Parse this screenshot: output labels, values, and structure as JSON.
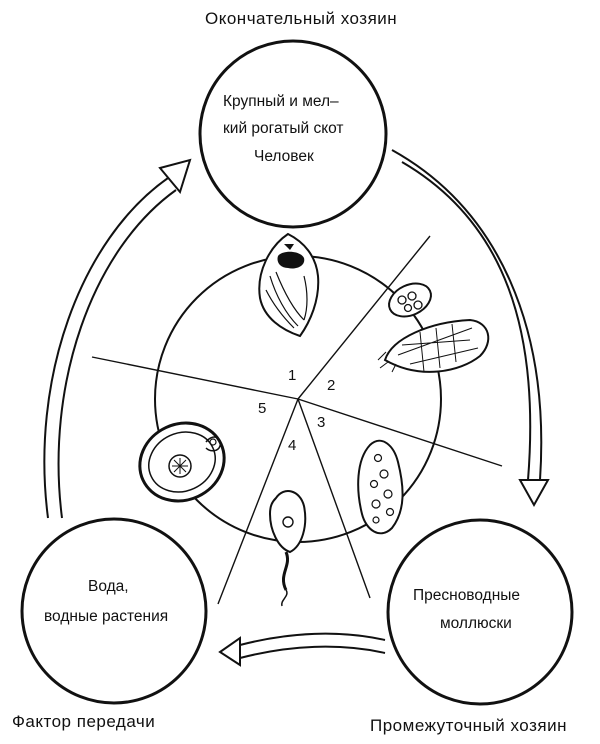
{
  "titles": {
    "definitive_host": "Окончательный  хозяин",
    "transmission_factor": "Фактор  передачи",
    "intermediate_host": "Промежуточный  хозяин"
  },
  "hosts": {
    "definitive": [
      "Крупный и мел–",
      "кий рогатый скот",
      "Человек"
    ],
    "water": [
      "Вода,",
      "водные растения"
    ],
    "mollusc": [
      "Пресноводные",
      "моллюски"
    ]
  },
  "stages": [
    "1",
    "2",
    "3",
    "4",
    "5"
  ],
  "icons": {
    "adult_fluke": "adult-fluke-icon",
    "egg": "egg-icon",
    "miracidium": "miracidium-icon",
    "redia": "redia-icon",
    "cercaria": "cercaria-icon",
    "cyst": "adolescaria-cyst-icon"
  },
  "colors": {
    "ink": "#111111",
    "background": "#ffffff"
  }
}
